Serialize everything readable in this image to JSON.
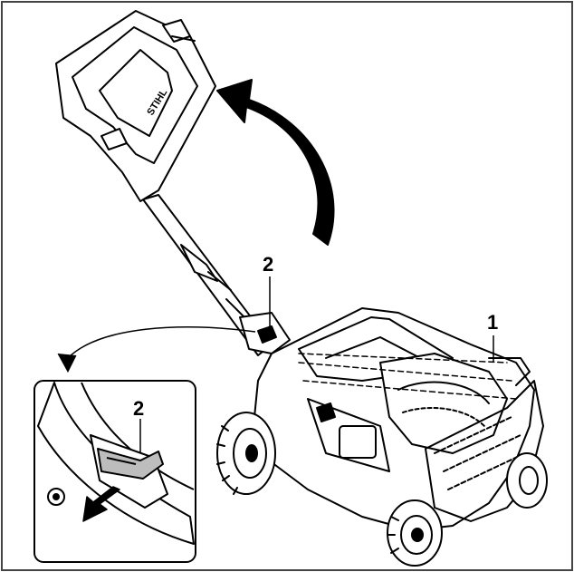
{
  "callouts": {
    "label_1": "1",
    "label_2_main": "2",
    "label_2_inset": "2"
  },
  "handle_brand": "STIHL",
  "colors": {
    "line": "#000000",
    "paper": "#ffffff",
    "inset_shade": "#bdbdbd",
    "border": "#444444"
  },
  "icons": {
    "fold_arrow": "curved-arrow-up-left",
    "press_arrow": "arrow-down-left",
    "pointer": "curved-pointer-arrow"
  }
}
